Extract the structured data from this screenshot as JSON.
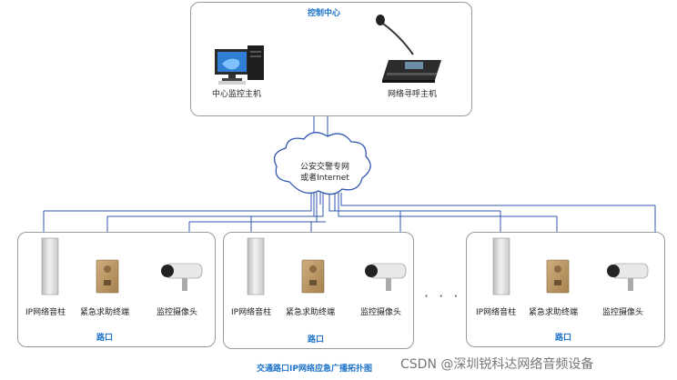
{
  "control_center": {
    "title": "控制中心",
    "host_label": "中心监控主机",
    "paging_label": "网络寻呼主机"
  },
  "network": {
    "line1": "公安交警专网",
    "line2": "或者Internet"
  },
  "intersections": [
    {
      "title": "路口",
      "devices": [
        "IP网络音柱",
        "紧急求助终端",
        "监控摄像头"
      ]
    },
    {
      "title": "路口",
      "devices": [
        "IP网络音柱",
        "紧急求助终端",
        "监控摄像头"
      ]
    },
    {
      "title": "路口",
      "devices": [
        "IP网络音柱",
        "紧急求助终端",
        "监控摄像头"
      ]
    }
  ],
  "ellipsis": "· · ·",
  "caption": "交通路口IP网络应急广播拓扑图",
  "watermark": "CSDN @深圳锐科达网络音频设备",
  "colors": {
    "title": "#1c72c9",
    "line": "#2f56b0",
    "border": "#9a9a9a"
  }
}
